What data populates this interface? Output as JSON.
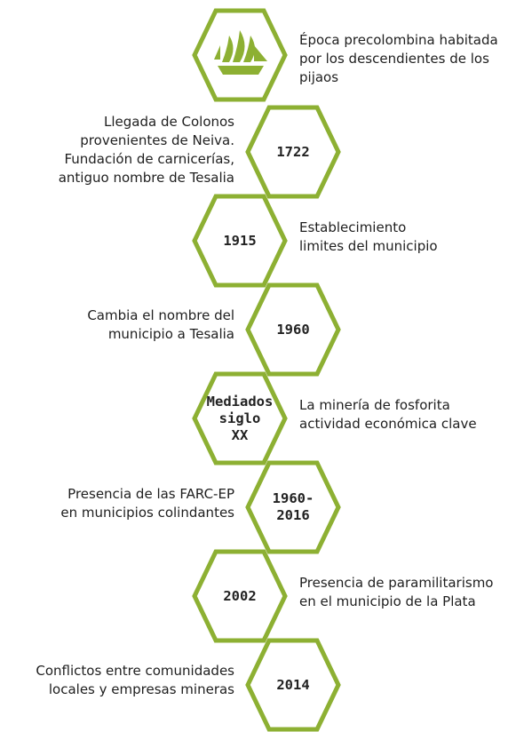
{
  "colors": {
    "hex_stroke": "#8db033",
    "ship_icon": "#8db033"
  },
  "events": [
    {
      "label": "",
      "icon": "sailing-ship-icon",
      "text": "Época precolombina habitada\npor los descendientes de los\npijaos"
    },
    {
      "label": "1722",
      "text": "Llegada de Colonos\nprovenientes de Neiva.\nFundación de carnicerías,\nantiguo nombre de Tesalia"
    },
    {
      "label": "1915",
      "text": "Establecimiento\nlimites del municipio"
    },
    {
      "label": "1960",
      "text": "Cambia el nombre del\nmunicipio a Tesalia"
    },
    {
      "label": "Mediados\nsiglo\nXX",
      "text": "La minería de fosforita\nactividad económica clave"
    },
    {
      "label": "1960-\n2016",
      "text": "Presencia de las FARC-EP\nen municipios colindantes"
    },
    {
      "label": "2002",
      "text": "Presencia de paramilitarismo\nen el municipio de la Plata"
    },
    {
      "label": "2014",
      "text": "Conflictos entre comunidades\nlocales y empresas mineras"
    }
  ]
}
